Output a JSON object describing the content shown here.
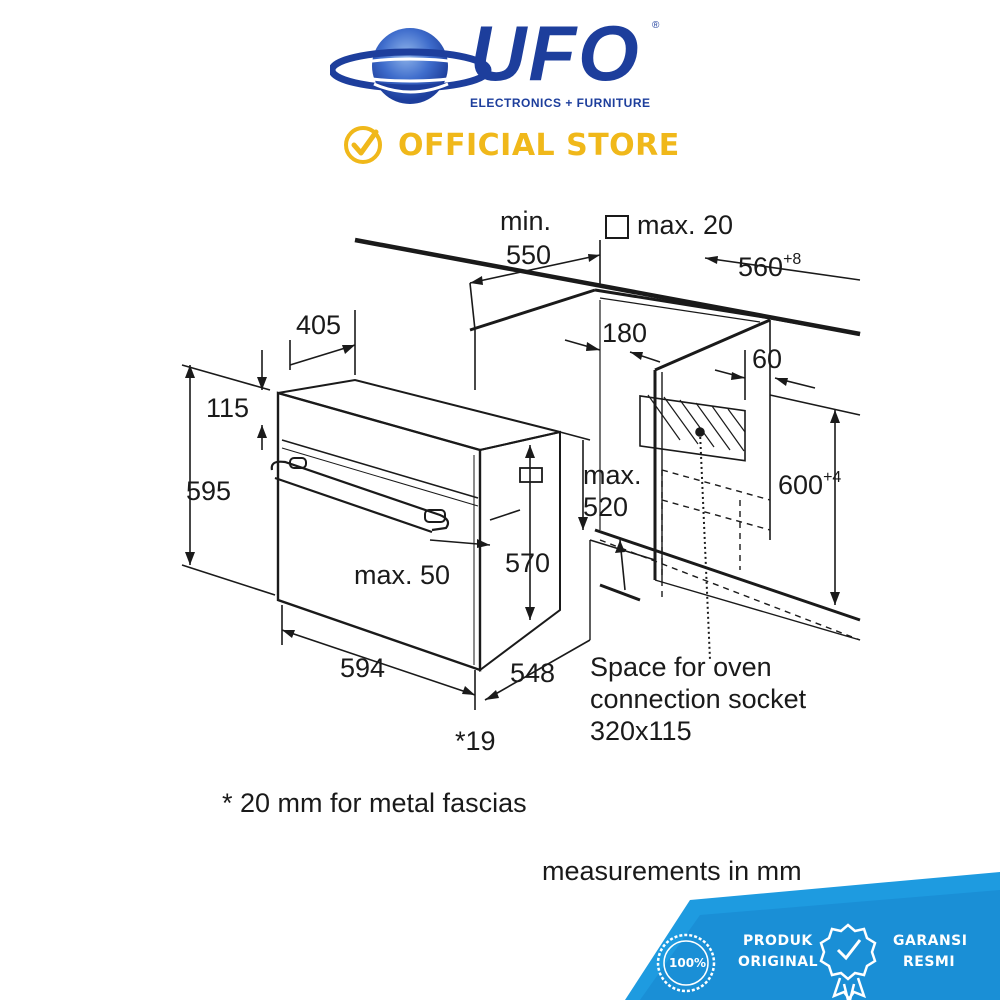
{
  "brand": {
    "name": "UFO",
    "tagline": "ELECTRONICS + FURNITURE",
    "registered_mark": "®",
    "official_store_label": "OFFICIAL STORE",
    "primary_color": "#1d3e9c",
    "accent_color": "#f0b81a"
  },
  "diagram": {
    "labels": {
      "min": "min.",
      "min_550": "550",
      "max_20": "max. 20",
      "dim_560": "560",
      "dim_560_sup": "+8",
      "dim_405": "405",
      "dim_180": "180",
      "dim_60": "60",
      "dim_115": "115",
      "dim_595": "595",
      "max_520_a": "max.",
      "max_520_b": "520",
      "dim_600": "600",
      "dim_600_sup": "+4",
      "max_50": "max. 50",
      "dim_570": "570",
      "dim_594": "594",
      "dim_548": "548",
      "dim_19": "*19",
      "socket_line1": "Space for oven",
      "socket_line2": "connection socket",
      "socket_line3": "320x115"
    },
    "footnote": "* 20 mm for metal fascias",
    "units_note": "measurements in mm"
  },
  "badges": {
    "circle_label": "100%",
    "produk_line1": "PRODUK",
    "produk_line2": "ORIGINAL",
    "garansi_line1": "GARANSI",
    "garansi_line2": "RESMI",
    "band_color": "#1e9be0"
  }
}
